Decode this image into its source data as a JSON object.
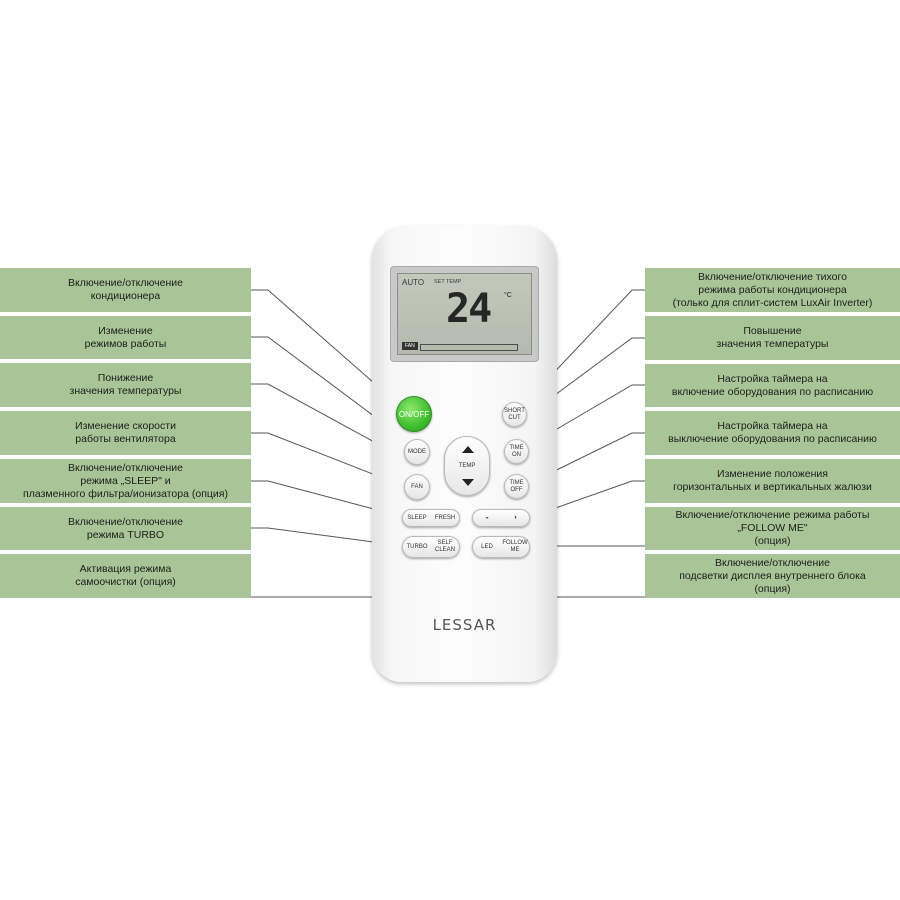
{
  "labels_left": [
    "Включение/отключение\nкондиционера",
    "Изменение\nрежимов работы",
    "Понижение\nзначения температуры",
    "Изменение скорости\nработы вентилятора",
    "Включение/отключение\nрежима „SLEEP\" и\nплазменного фильтра/ионизатора (опция)",
    "Включение/отключение\nрежима TURBO",
    "Активация режима\nсамоочистки (опция)"
  ],
  "labels_right": [
    "Включение/отключение тихого\nрежима работы кондиционера\n(только для сплит-систем LuxAir Inverter)",
    "Повышение\nзначения температуры",
    "Настройка таймера на\nвключение оборудования по расписанию",
    "Настройка таймера на\nвыключение оборудования по расписанию",
    "Изменение положения\nгоризонтальных и вертикальных жалюзи",
    "Включение/отключение режима работы\n„FOLLOW ME\"\n(опция)",
    "Включение/отключение\nподсветки дисплея внутреннего блока\n(опция)"
  ],
  "remote": {
    "brand": "LESSAR",
    "display": {
      "mode": "AUTO",
      "set_temp_label": "SET TEMP",
      "temperature": "24",
      "unit": "°C",
      "fan_label": "FAN"
    },
    "buttons": {
      "on_off": "ON/OFF",
      "short_cut": "SHORT\nCUT",
      "mode": "MODE",
      "temp": "TEMP",
      "time_on": "TIME\nON",
      "fan": "FAN",
      "time_off": "TIME\nOFF",
      "sleep": "SLEEP",
      "fresh": "FRESH",
      "turbo": "TURBO",
      "self_clean": "SELF\nCLEAN",
      "led": "LED",
      "follow_me": "FOLLOW\nME"
    }
  },
  "colors": {
    "label_bg": "#a9c597",
    "on_off_button": "#3fbf2d"
  }
}
